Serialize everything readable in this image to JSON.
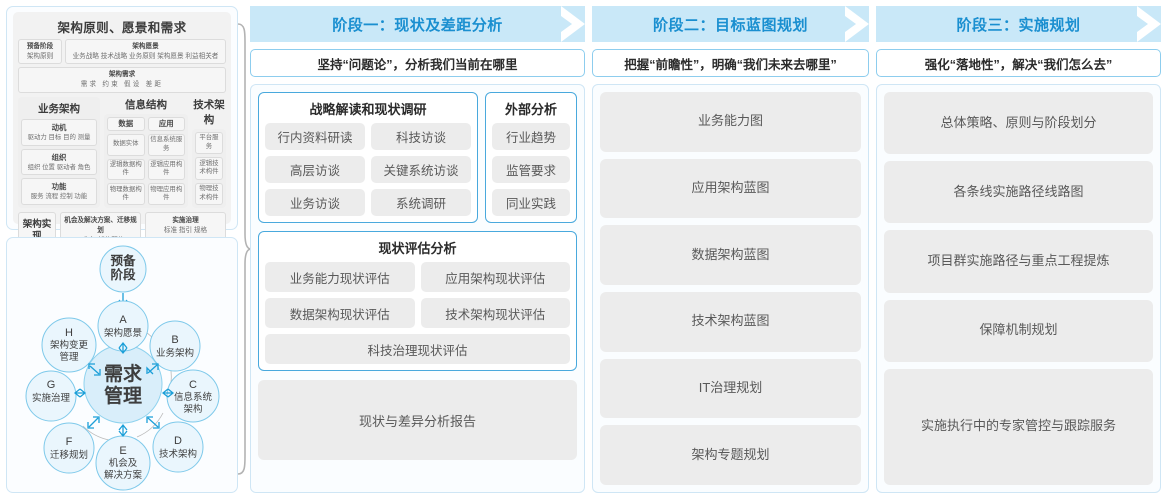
{
  "left_panel": {
    "togaf_framework": {
      "title": "架构原则、愿景和需求",
      "row1": [
        {
          "head": "预备阶段",
          "items": "架构原则"
        },
        {
          "head": "架构愿景",
          "items": "业务战略 技术战略 业务原则 架构愿景 利益相关者"
        }
      ],
      "row2": {
        "head": "架构需求",
        "items": "需求  约束  假设  差距"
      },
      "columns": [
        {
          "head": "业务架构",
          "blocks": [
            {
              "title": "动机",
              "items": "驱动力 目标 目的 测量"
            },
            {
              "title": "组织",
              "items": "组织 位置 驱动者 角色"
            },
            {
              "title": "功能",
              "items": "服务 流程 控制 功能"
            }
          ]
        },
        {
          "head": "信息结构",
          "sub_columns": [
            {
              "head": "数据",
              "items": [
                "数据实体",
                "逻辑数据构件",
                "物理数据构件"
              ]
            },
            {
              "head": "应用",
              "items": [
                "信息系统服务",
                "逻辑应用构件",
                "物理应用构件"
              ]
            }
          ]
        },
        {
          "head": "技术架构",
          "items": [
            "平台服务",
            "逻辑技术构件",
            "物理技术构件"
          ]
        }
      ],
      "bottom": {
        "label": "架构实现",
        "boxes": [
          {
            "title": "机会及解决方案、迁移规划",
            "items": "工作包  架构契约"
          },
          {
            "title": "实施治理",
            "items": "标准  指引  规格"
          }
        ]
      }
    },
    "adm_cycle": {
      "center": "需求管理",
      "preliminary": "预备阶段",
      "phases": [
        {
          "key": "A",
          "label": "架构愿景"
        },
        {
          "key": "B",
          "label": "业务架构"
        },
        {
          "key": "C",
          "label": "信息系统架构"
        },
        {
          "key": "D",
          "label": "技术架构"
        },
        {
          "key": "E",
          "label": "机会及解决方案"
        },
        {
          "key": "F",
          "label": "迁移规划"
        },
        {
          "key": "G",
          "label": "实施治理"
        },
        {
          "key": "H",
          "label": "架构变更管理"
        }
      ]
    }
  },
  "stages": [
    {
      "header": "阶段一：现状及差距分析",
      "subtitle": "坚持“问题论”，分析我们当前在哪里",
      "groups": [
        {
          "title": "战略解读和现状调研",
          "items": [
            "行内资料研读",
            "科技访谈",
            "高层访谈",
            "关键系统访谈",
            "业务访谈",
            "系统调研"
          ]
        },
        {
          "title": "外部分析",
          "items": [
            "行业趋势",
            "监管要求",
            "同业实践"
          ]
        },
        {
          "title": "现状评估分析",
          "items": [
            "业务能力现状评估",
            "应用架构现状评估",
            "数据架构现状评估",
            "技术架构现状评估"
          ],
          "full_width_item": "科技治理现状评估"
        }
      ],
      "report": "现状与差异分析报告"
    },
    {
      "header": "阶段二：目标蓝图规划",
      "subtitle": "把握“前瞻性”，明确“我们未来去哪里”",
      "items": [
        "业务能力图",
        "应用架构蓝图",
        "数据架构蓝图",
        "技术架构蓝图",
        "IT治理规划",
        "架构专题规划"
      ]
    },
    {
      "header": "阶段三：实施规划",
      "subtitle": "强化“落地性”，解决“我们怎么去”",
      "items": [
        "总体策略、原则与阶段划分",
        "各条线实施路径线路图",
        "项目群实施路径与重点工程提炼",
        "保障机制规划",
        "实施执行中的专家管控与跟踪服务"
      ]
    }
  ],
  "colors": {
    "header_bg": "#c9e8f8",
    "header_text": "#1a8fd0",
    "panel_border": "#cfe6f5",
    "group_border": "#49a9dd",
    "chip_bg": "#ececec",
    "node_fill": "#eaf6fd",
    "node_stroke": "#7ec9ea",
    "arrow": "#1b9fd8"
  }
}
